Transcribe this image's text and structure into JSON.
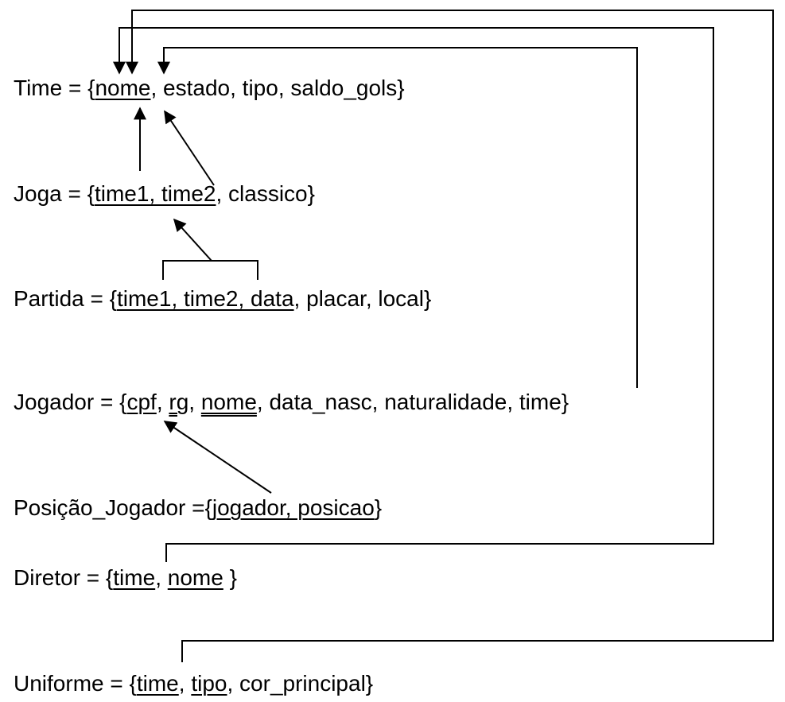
{
  "schemas": {
    "time": {
      "prefix": "Time = {",
      "parts": [
        {
          "text": "nome",
          "key": "pk"
        },
        {
          "text": ", estado, tipo, saldo_gols}",
          "key": ""
        }
      ]
    },
    "joga": {
      "prefix": "Joga = {",
      "parts": [
        {
          "text": "time1, time2",
          "key": "pk"
        },
        {
          "text": ", classico}",
          "key": ""
        }
      ]
    },
    "partida": {
      "prefix": "Partida = {",
      "parts": [
        {
          "text": "time1, time2, data",
          "key": "pk"
        },
        {
          "text": ", placar, local}",
          "key": ""
        }
      ]
    },
    "jogador": {
      "prefix": "Jogador = {",
      "parts": [
        {
          "text": "cpf",
          "key": "pk"
        },
        {
          "text": ", ",
          "key": ""
        },
        {
          "text": "rg",
          "key": "alt"
        },
        {
          "text": ", ",
          "key": ""
        },
        {
          "text": "nome",
          "key": "alt"
        },
        {
          "text": ", data_nasc, naturalidade, time}",
          "key": ""
        }
      ]
    },
    "posicao_jogador": {
      "prefix": "Posição_Jogador ={",
      "parts": [
        {
          "text": "jogador, posicao",
          "key": "pk"
        },
        {
          "text": "}",
          "key": ""
        }
      ]
    },
    "diretor": {
      "prefix": "Diretor = {",
      "parts": [
        {
          "text": "time",
          "key": "pk"
        },
        {
          "text": ", ",
          "key": ""
        },
        {
          "text": "nome",
          "key": "pk"
        },
        {
          "text": " }",
          "key": ""
        }
      ]
    },
    "uniforme": {
      "prefix": "Uniforme = {",
      "parts": [
        {
          "text": "time",
          "key": "pk"
        },
        {
          "text": ", ",
          "key": ""
        },
        {
          "text": "tipo",
          "key": "pk"
        },
        {
          "text": ", cor_principal}",
          "key": ""
        }
      ]
    }
  },
  "references": [
    {
      "from": "uniforme.time",
      "to": "time.nome"
    },
    {
      "from": "diretor.time",
      "to": "time.nome"
    },
    {
      "from": "jogador.time",
      "to": "time.nome"
    },
    {
      "from": "joga.time1",
      "to": "time.nome"
    },
    {
      "from": "joga.time2",
      "to": "time.nome"
    },
    {
      "from": "partida.time1, time2",
      "to": "joga.time1, time2"
    },
    {
      "from": "posicao_jogador.jogador",
      "to": "jogador.cpf"
    }
  ]
}
